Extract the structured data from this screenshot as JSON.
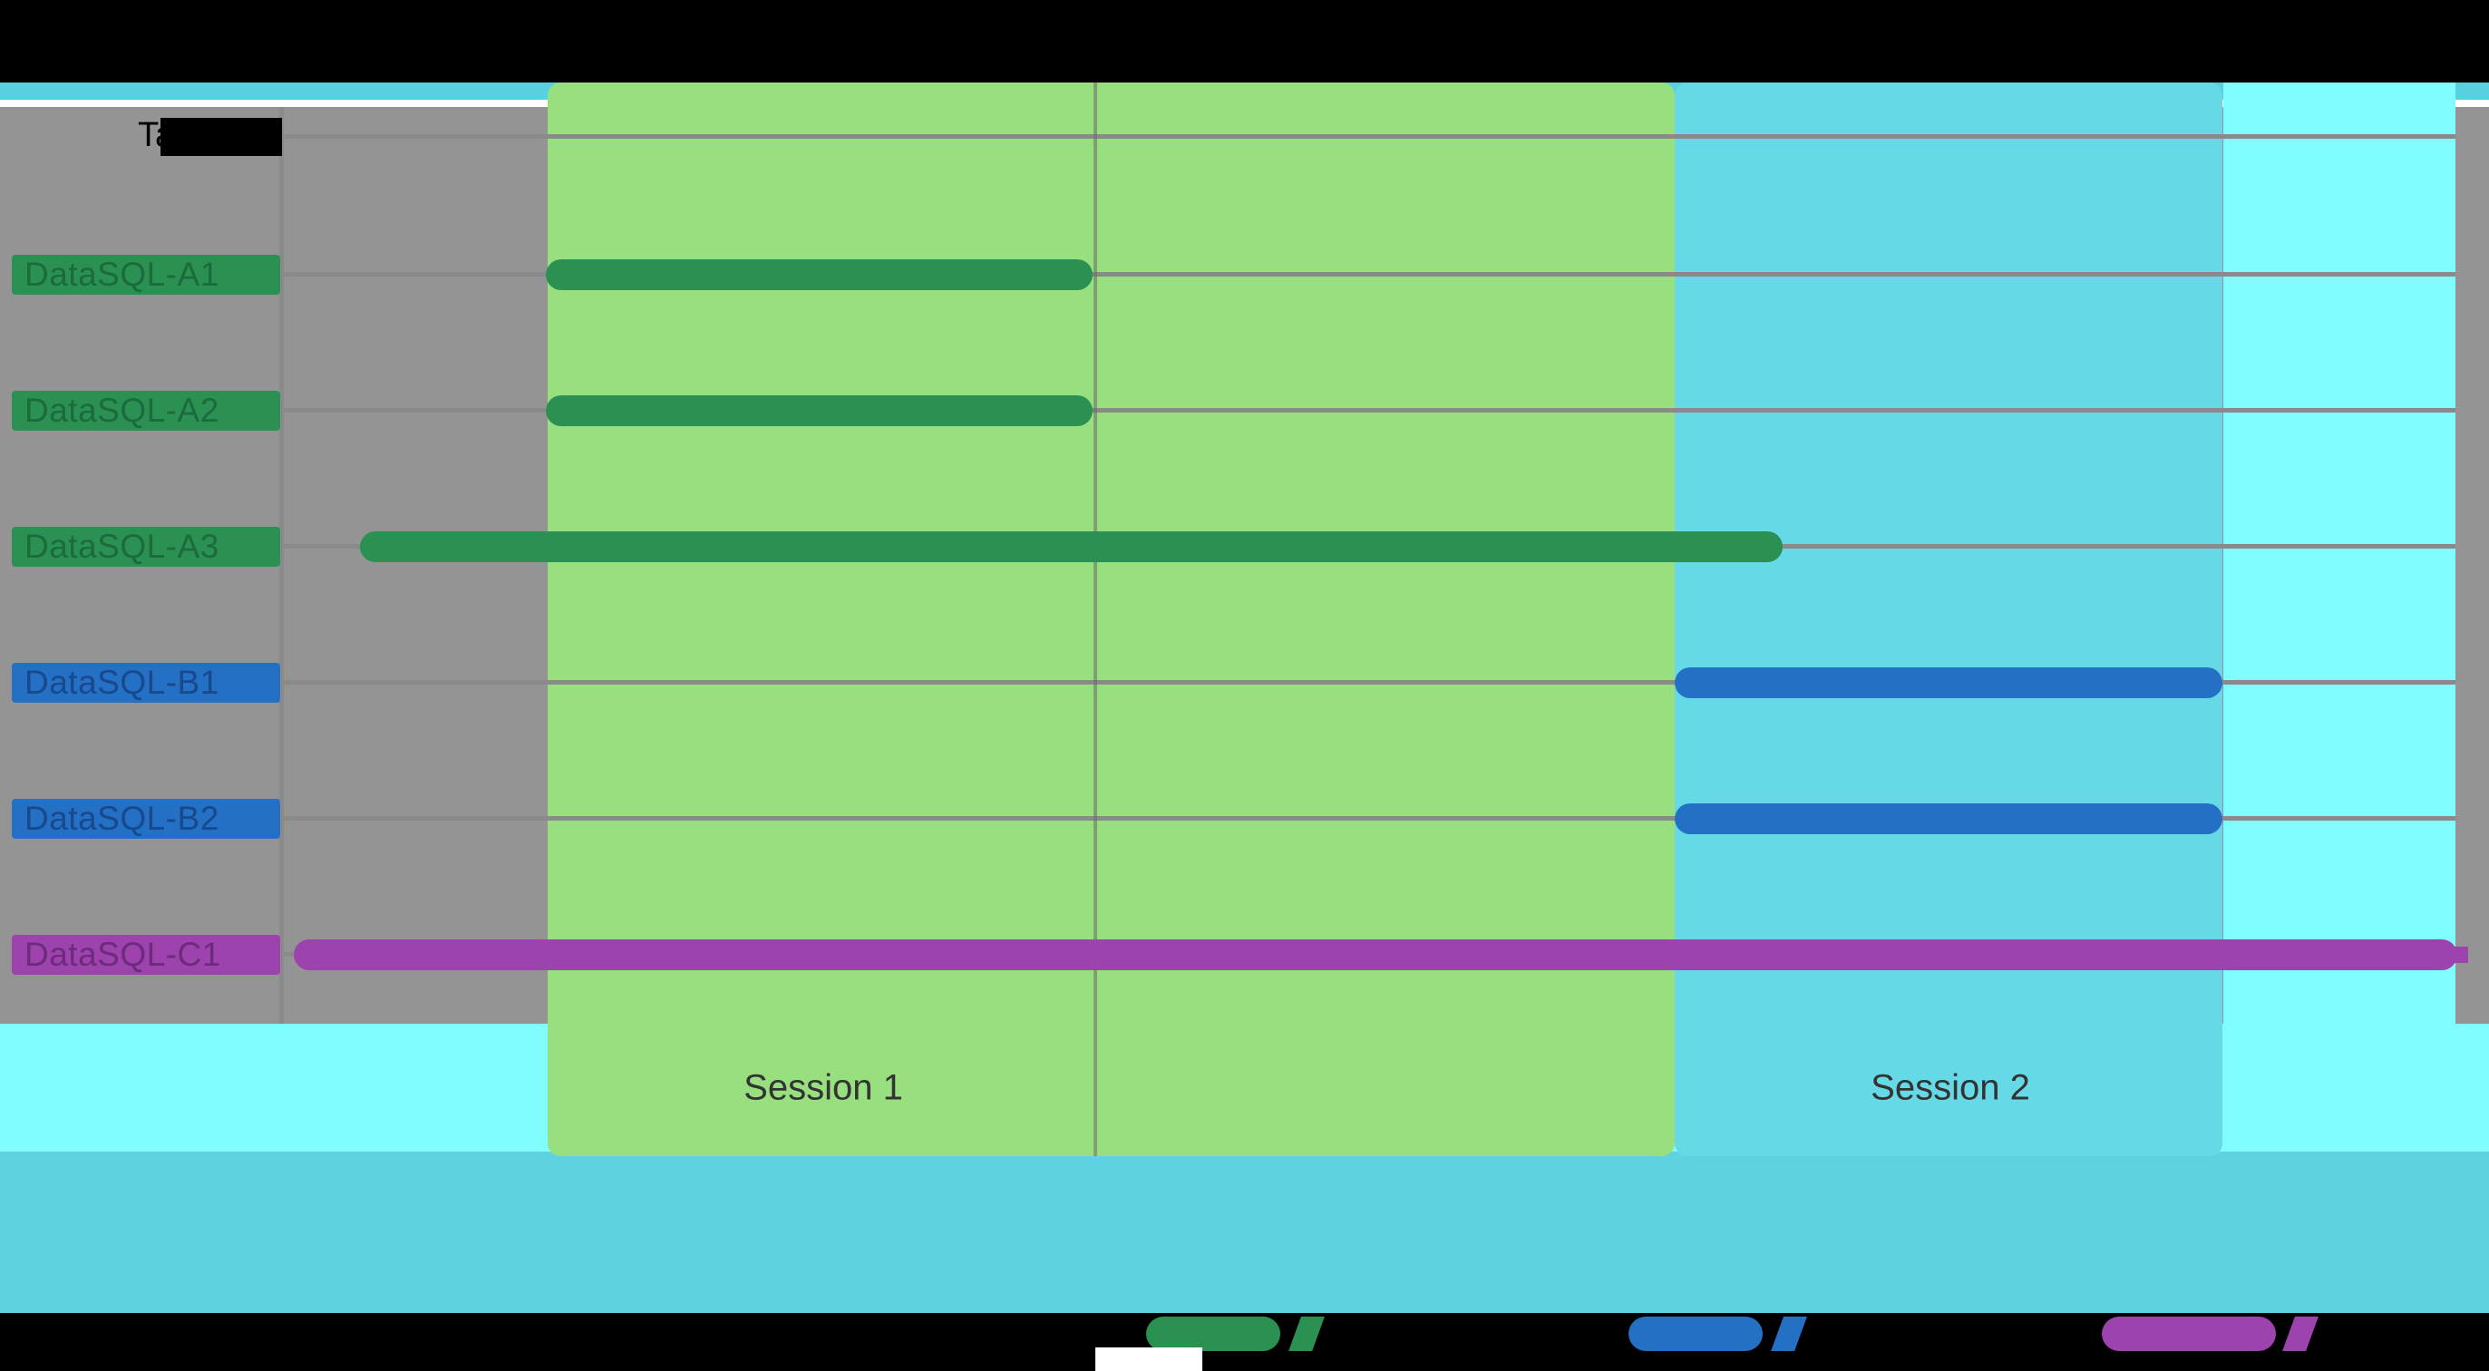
{
  "header": {
    "corner_label": "Task"
  },
  "rows": [
    {
      "label": "DataSQL-A1",
      "group": "green"
    },
    {
      "label": "DataSQL-A2",
      "group": "green"
    },
    {
      "label": "DataSQL-A3",
      "group": "green"
    },
    {
      "label": "DataSQL-B1",
      "group": "blue"
    },
    {
      "label": "DataSQL-B2",
      "group": "blue"
    },
    {
      "label": "DataSQL-C1",
      "group": "purple"
    }
  ],
  "sessions": [
    {
      "label": "Session 1",
      "panel_color": "#98e07f"
    },
    {
      "label": "Session 2",
      "panel_color": "#66d9e6"
    }
  ],
  "legend": {
    "swatches": [
      {
        "color": "#2a9152"
      },
      {
        "color": "#2470c4"
      },
      {
        "color": "#9c43ae"
      }
    ]
  },
  "colors": {
    "plot_background": "#949494",
    "gridline": "#8a8a8a",
    "top_band_cyan": "#58d0df",
    "bottom_band_cyan": "#5fd2e0",
    "aqua_highlight": "#80feff",
    "green_bar": "#2a9152",
    "blue_bar": "#2470c4",
    "purple_bar": "#9c43ae",
    "occlusion": "#000000"
  },
  "chart_data": {
    "type": "bar",
    "subtype": "gantt-timeline",
    "title": "",
    "xlabel": "",
    "ylabel": "Task",
    "grid": true,
    "legend_position": "bottom",
    "categories": [
      "DataSQL-A1",
      "DataSQL-A2",
      "DataSQL-A3",
      "DataSQL-B1",
      "DataSQL-B2",
      "DataSQL-C1"
    ],
    "series": [
      {
        "name": "green",
        "color": "#2a9152",
        "tasks": [
          {
            "row": "DataSQL-A1",
            "start_frac": 0.12,
            "end_frac": 0.37
          },
          {
            "row": "DataSQL-A2",
            "start_frac": 0.12,
            "end_frac": 0.37
          },
          {
            "row": "DataSQL-A3",
            "start_frac": 0.04,
            "end_frac": 0.69
          }
        ]
      },
      {
        "name": "blue",
        "color": "#2470c4",
        "tasks": [
          {
            "row": "DataSQL-B1",
            "start_frac": 0.64,
            "end_frac": 0.89
          },
          {
            "row": "DataSQL-B2",
            "start_frac": 0.64,
            "end_frac": 0.89
          }
        ]
      },
      {
        "name": "purple",
        "color": "#9c43ae",
        "tasks": [
          {
            "row": "DataSQL-C1",
            "start_frac": 0.01,
            "end_frac": 1.0
          }
        ]
      }
    ],
    "annotations": [
      {
        "text": "Session 1",
        "region_frac": [
          0.123,
          0.641
        ],
        "band_color": "#98e07f"
      },
      {
        "text": "Session 2",
        "region_frac": [
          0.641,
          0.893
        ],
        "band_color": "#66d9e6"
      }
    ]
  }
}
